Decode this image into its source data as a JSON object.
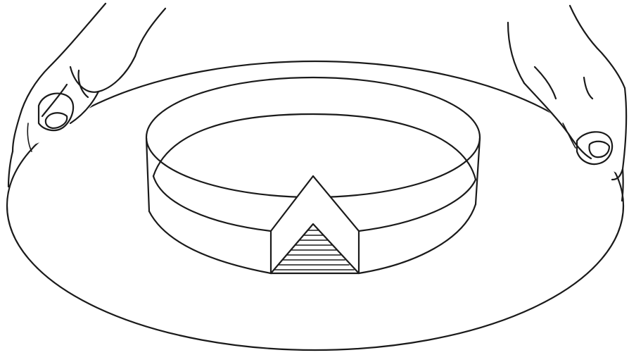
{
  "illustration": {
    "subject": "line-drawing",
    "elements": [
      "plate-outer-rim",
      "cake-ring",
      "cut-slice",
      "left-hand",
      "right-hand"
    ],
    "ink_color": "#1a1a1a",
    "paper_color": "#ffffff"
  }
}
